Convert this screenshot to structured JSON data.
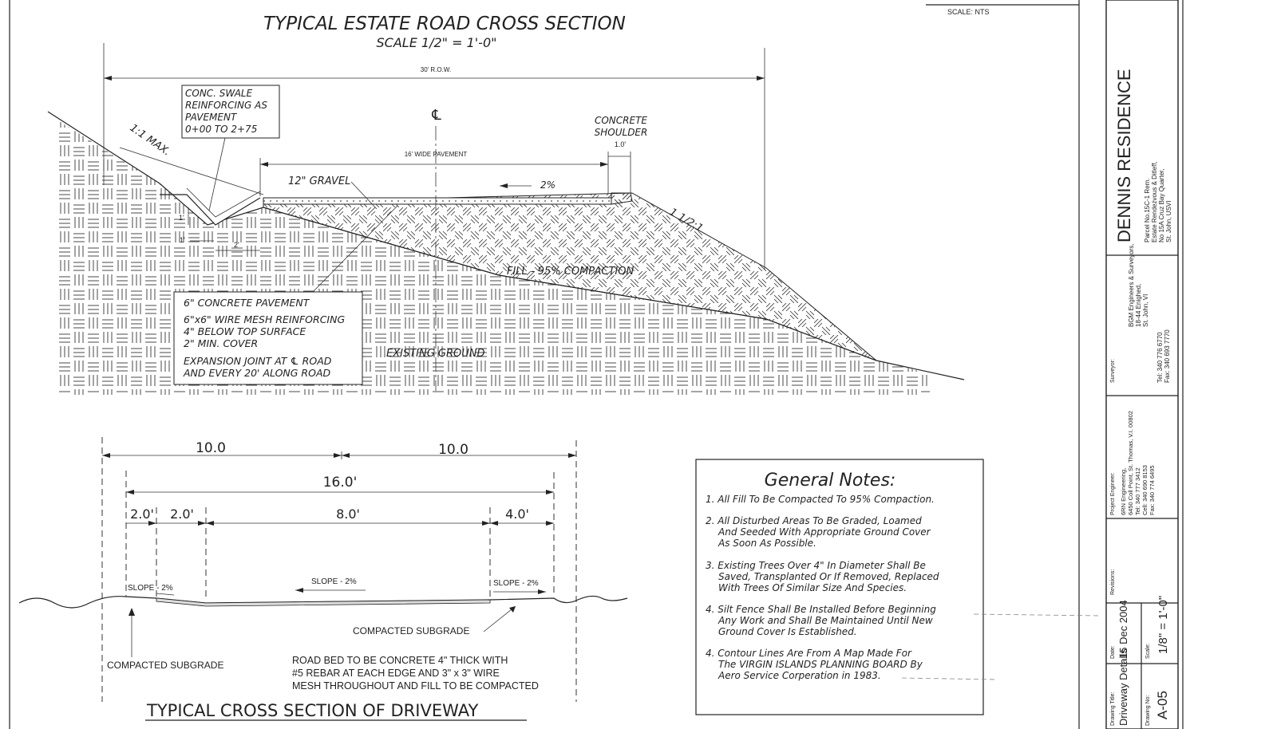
{
  "scale_label": "SCALE: NTS",
  "estate_road": {
    "title": "TYPICAL ESTATE ROAD CROSS SECTION",
    "scale": "SCALE 1/2\" = 1'-0\"",
    "row_label": "30' R.O.W.",
    "pavement_width_label": "16' WIDE PAVEMENT",
    "shoulder_width": "1.0'",
    "centerline": "℄",
    "slope_left": "1:1  MAX.",
    "slope_right": "1 1/2:1",
    "cross_slope": "2%",
    "swale_dims": [
      "1'",
      "1'",
      "2'"
    ],
    "labels": {
      "swale": [
        "CONC. SWALE",
        "REINFORCING AS",
        "PAVEMENT",
        "0+00 TO 2+75"
      ],
      "shoulder": [
        "CONCRETE",
        "SHOULDER"
      ],
      "gravel": "12\" GRAVEL",
      "fill": "FILL - 95% COMPACTION",
      "existing": "EXISTING GROUND",
      "pavement_notes": [
        "6\" CONCRETE PAVEMENT",
        "6\"x6\" WIRE MESH REINFORCING",
        "4\" BELOW TOP SURFACE",
        "2\" MIN. COVER",
        "EXPANSION JOINT AT ℄ ROAD",
        "AND EVERY 20' ALONG ROAD"
      ]
    }
  },
  "driveway": {
    "title": "TYPICAL CROSS SECTION OF DRIVEWAY",
    "dims_top": [
      "10.0",
      "10.0"
    ],
    "dim_overall": "16.0'",
    "dims_parts": [
      "2.0'",
      "2.0'",
      "8.0'",
      "4.0'"
    ],
    "slopes": [
      "SLOPE - 2%",
      "SLOPE - 2%",
      "SLOPE - 2%"
    ],
    "subgrade_right": "COMPACTED SUBGRADE",
    "subgrade_left": "COMPACTED SUBGRADE",
    "note": [
      "ROAD BED TO BE CONCRETE 4\" THICK  WITH",
      "#5 REBAR AT EACH EDGE AND 3\" x 3\" WIRE",
      "MESH THROUGHOUT AND FILL TO BE COMPACTED"
    ]
  },
  "general_notes": {
    "title": "General Notes:",
    "items": [
      [
        "1. All Fill To Be Compacted To 95% Compaction."
      ],
      [
        "2. All Disturbed Areas To Be Graded, Loamed",
        "And Seeded With Appropriate Ground Cover",
        "As Soon As Possible."
      ],
      [
        "3. Existing Trees Over 4\" In Diameter Shall Be",
        "Saved, Transplanted Or If Removed, Replaced",
        "With Trees Of Similar Size And Species."
      ],
      [
        "4. Silt Fence Shall Be Installed Before Beginning",
        "Any Work and Shall Be Maintained Until New",
        "Ground Cover Is Established."
      ],
      [
        "4. Contour Lines Are From A Map Made For",
        "The VIRGIN ISLANDS PLANNING BOARD By",
        "Aero Service Corperation in 1983."
      ]
    ]
  },
  "title_block": {
    "project_name": "DENNIS RESIDENCE",
    "parcel": [
      "Parcel No.15C-1 Rem.",
      "Estate Rendezvous & Ditleff,",
      "No 15A Cruz Bay Quarter,",
      "St. John, USVI"
    ],
    "surveyor_label": "Surveyor:",
    "surveyor": [
      "BGM Engineers & Surveyors,",
      "18-44 Enighed,",
      "St. John, VI",
      "",
      "Tel: 340 776 6770",
      "Fax: 340 693 7770"
    ],
    "engineer_label": "Project Engineer:",
    "engineer": [
      "6RN Engineering,",
      "6450 Coll Point, St. Thomas, V.I. 00802",
      "Tel: 340 777 3412",
      "Cell: 340 690 8153",
      "Fax: 340 774 6495"
    ],
    "revisions_label": "Revisions:",
    "date_label": "Date:",
    "date": "15 Dec 2004",
    "scale_label": "Scale:",
    "scale": "1/8\" = 1'-0\"",
    "drawing_title_label": "Drawing Title:",
    "drawing_title": "Driveway Details",
    "drawing_no_label": "Drawing No:",
    "drawing_no": "A-05"
  }
}
